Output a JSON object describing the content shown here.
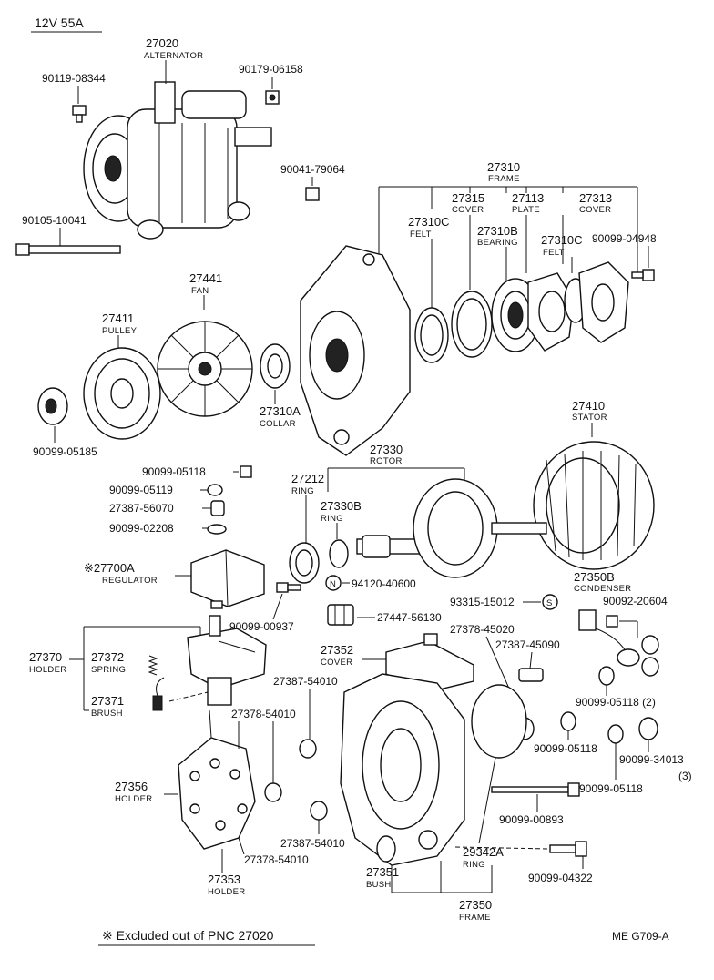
{
  "header": {
    "spec": "12V  55A"
  },
  "footer": {
    "note": "※ Excluded out of PNC 27020",
    "code": "ME  G709-A"
  },
  "parts": {
    "alternator": {
      "pn": "27020",
      "name": "ALTERNATOR"
    },
    "bolt_90119": {
      "pn": "90119-08344"
    },
    "nut_90179": {
      "pn": "90179-06158"
    },
    "nut_90041": {
      "pn": "90041-79064"
    },
    "bolt_90105": {
      "pn": "90105-10041"
    },
    "frame_27310": {
      "pn": "27310",
      "name": "FRAME"
    },
    "cover_27315": {
      "pn": "27315",
      "name": "COVER"
    },
    "plate_27113": {
      "pn": "27113",
      "name": "PLATE"
    },
    "cover_27313": {
      "pn": "27313",
      "name": "COVER"
    },
    "felt_27310c_a": {
      "pn": "27310C",
      "name": "FELT"
    },
    "bearing_27310b": {
      "pn": "27310B",
      "name": "BEARING"
    },
    "felt_27310c_b": {
      "pn": "27310C",
      "name": "FELT"
    },
    "screw_90099_04948": {
      "pn": "90099-04948"
    },
    "fan_27441": {
      "pn": "27441",
      "name": "FAN"
    },
    "pulley_27411": {
      "pn": "27411",
      "name": "PULLEY"
    },
    "collar_27310a": {
      "pn": "27310A",
      "name": "COLLAR"
    },
    "nut_90099_05185": {
      "pn": "90099-05185"
    },
    "stator_27410": {
      "pn": "27410",
      "name": "STATOR"
    },
    "rotor_27330": {
      "pn": "27330",
      "name": "ROTOR"
    },
    "nut_90099_05118_a": {
      "pn": "90099-05118"
    },
    "washer_90099_05119": {
      "pn": "90099-05119"
    },
    "insulator_27387_56070": {
      "pn": "27387-56070"
    },
    "washer_90099_02208": {
      "pn": "90099-02208"
    },
    "ring_27212": {
      "pn": "27212",
      "name": "RING"
    },
    "ring_27330b": {
      "pn": "27330B",
      "name": "RING"
    },
    "regulator_27700a": {
      "pn": "※27700A",
      "name": "REGULATOR"
    },
    "n_94120": {
      "badge": "N",
      "pn": "94120-40600"
    },
    "screw_90099_00937": {
      "pn": "90099-00937"
    },
    "clip_27447": {
      "pn": "27447-56130"
    },
    "condenser_27350b": {
      "pn": "27350B",
      "name": "CONDENSER"
    },
    "s_93315": {
      "pn": "93315-15012",
      "badge": "S"
    },
    "nut_90092": {
      "pn": "90092-20604"
    },
    "holder_27370": {
      "pn": "27370",
      "name": "HOLDER"
    },
    "spring_27372": {
      "pn": "27372",
      "name": "SPRING"
    },
    "brush_27371": {
      "pn": "27371",
      "name": "BRUSH"
    },
    "bush_27378_45020": {
      "pn": "27378-45020"
    },
    "insulator_27387_45090": {
      "pn": "27387-45090"
    },
    "cover_27352": {
      "pn": "27352",
      "name": "COVER"
    },
    "insulator_27387_54010_a": {
      "pn": "27387-54010"
    },
    "bush_27378_54010_a": {
      "pn": "27378-54010"
    },
    "nut_90099_05118_b": {
      "pn": "90099-05118 (2)"
    },
    "nut_90099_05118_c": {
      "pn": "90099-05118"
    },
    "nut_90099_34013": {
      "pn": "90099-34013",
      "qty": "(3)"
    },
    "nut_90099_05118_d": {
      "pn": "90099-05118"
    },
    "holder_27356": {
      "pn": "27356",
      "name": "HOLDER"
    },
    "bolt_90099_00893": {
      "pn": "90099-00893"
    },
    "insulator_27387_54010_b": {
      "pn": "27387-54010"
    },
    "bush_27378_54010_b": {
      "pn": "27378-54010"
    },
    "ring_29342a": {
      "pn": "29342A",
      "name": "RING"
    },
    "bush_27351": {
      "pn": "27351",
      "name": "BUSH"
    },
    "bolt_90099_04322": {
      "pn": "90099-04322"
    },
    "holder_27353": {
      "pn": "27353",
      "name": "HOLDER"
    },
    "frame_27350": {
      "pn": "27350",
      "name": "FRAME"
    }
  }
}
